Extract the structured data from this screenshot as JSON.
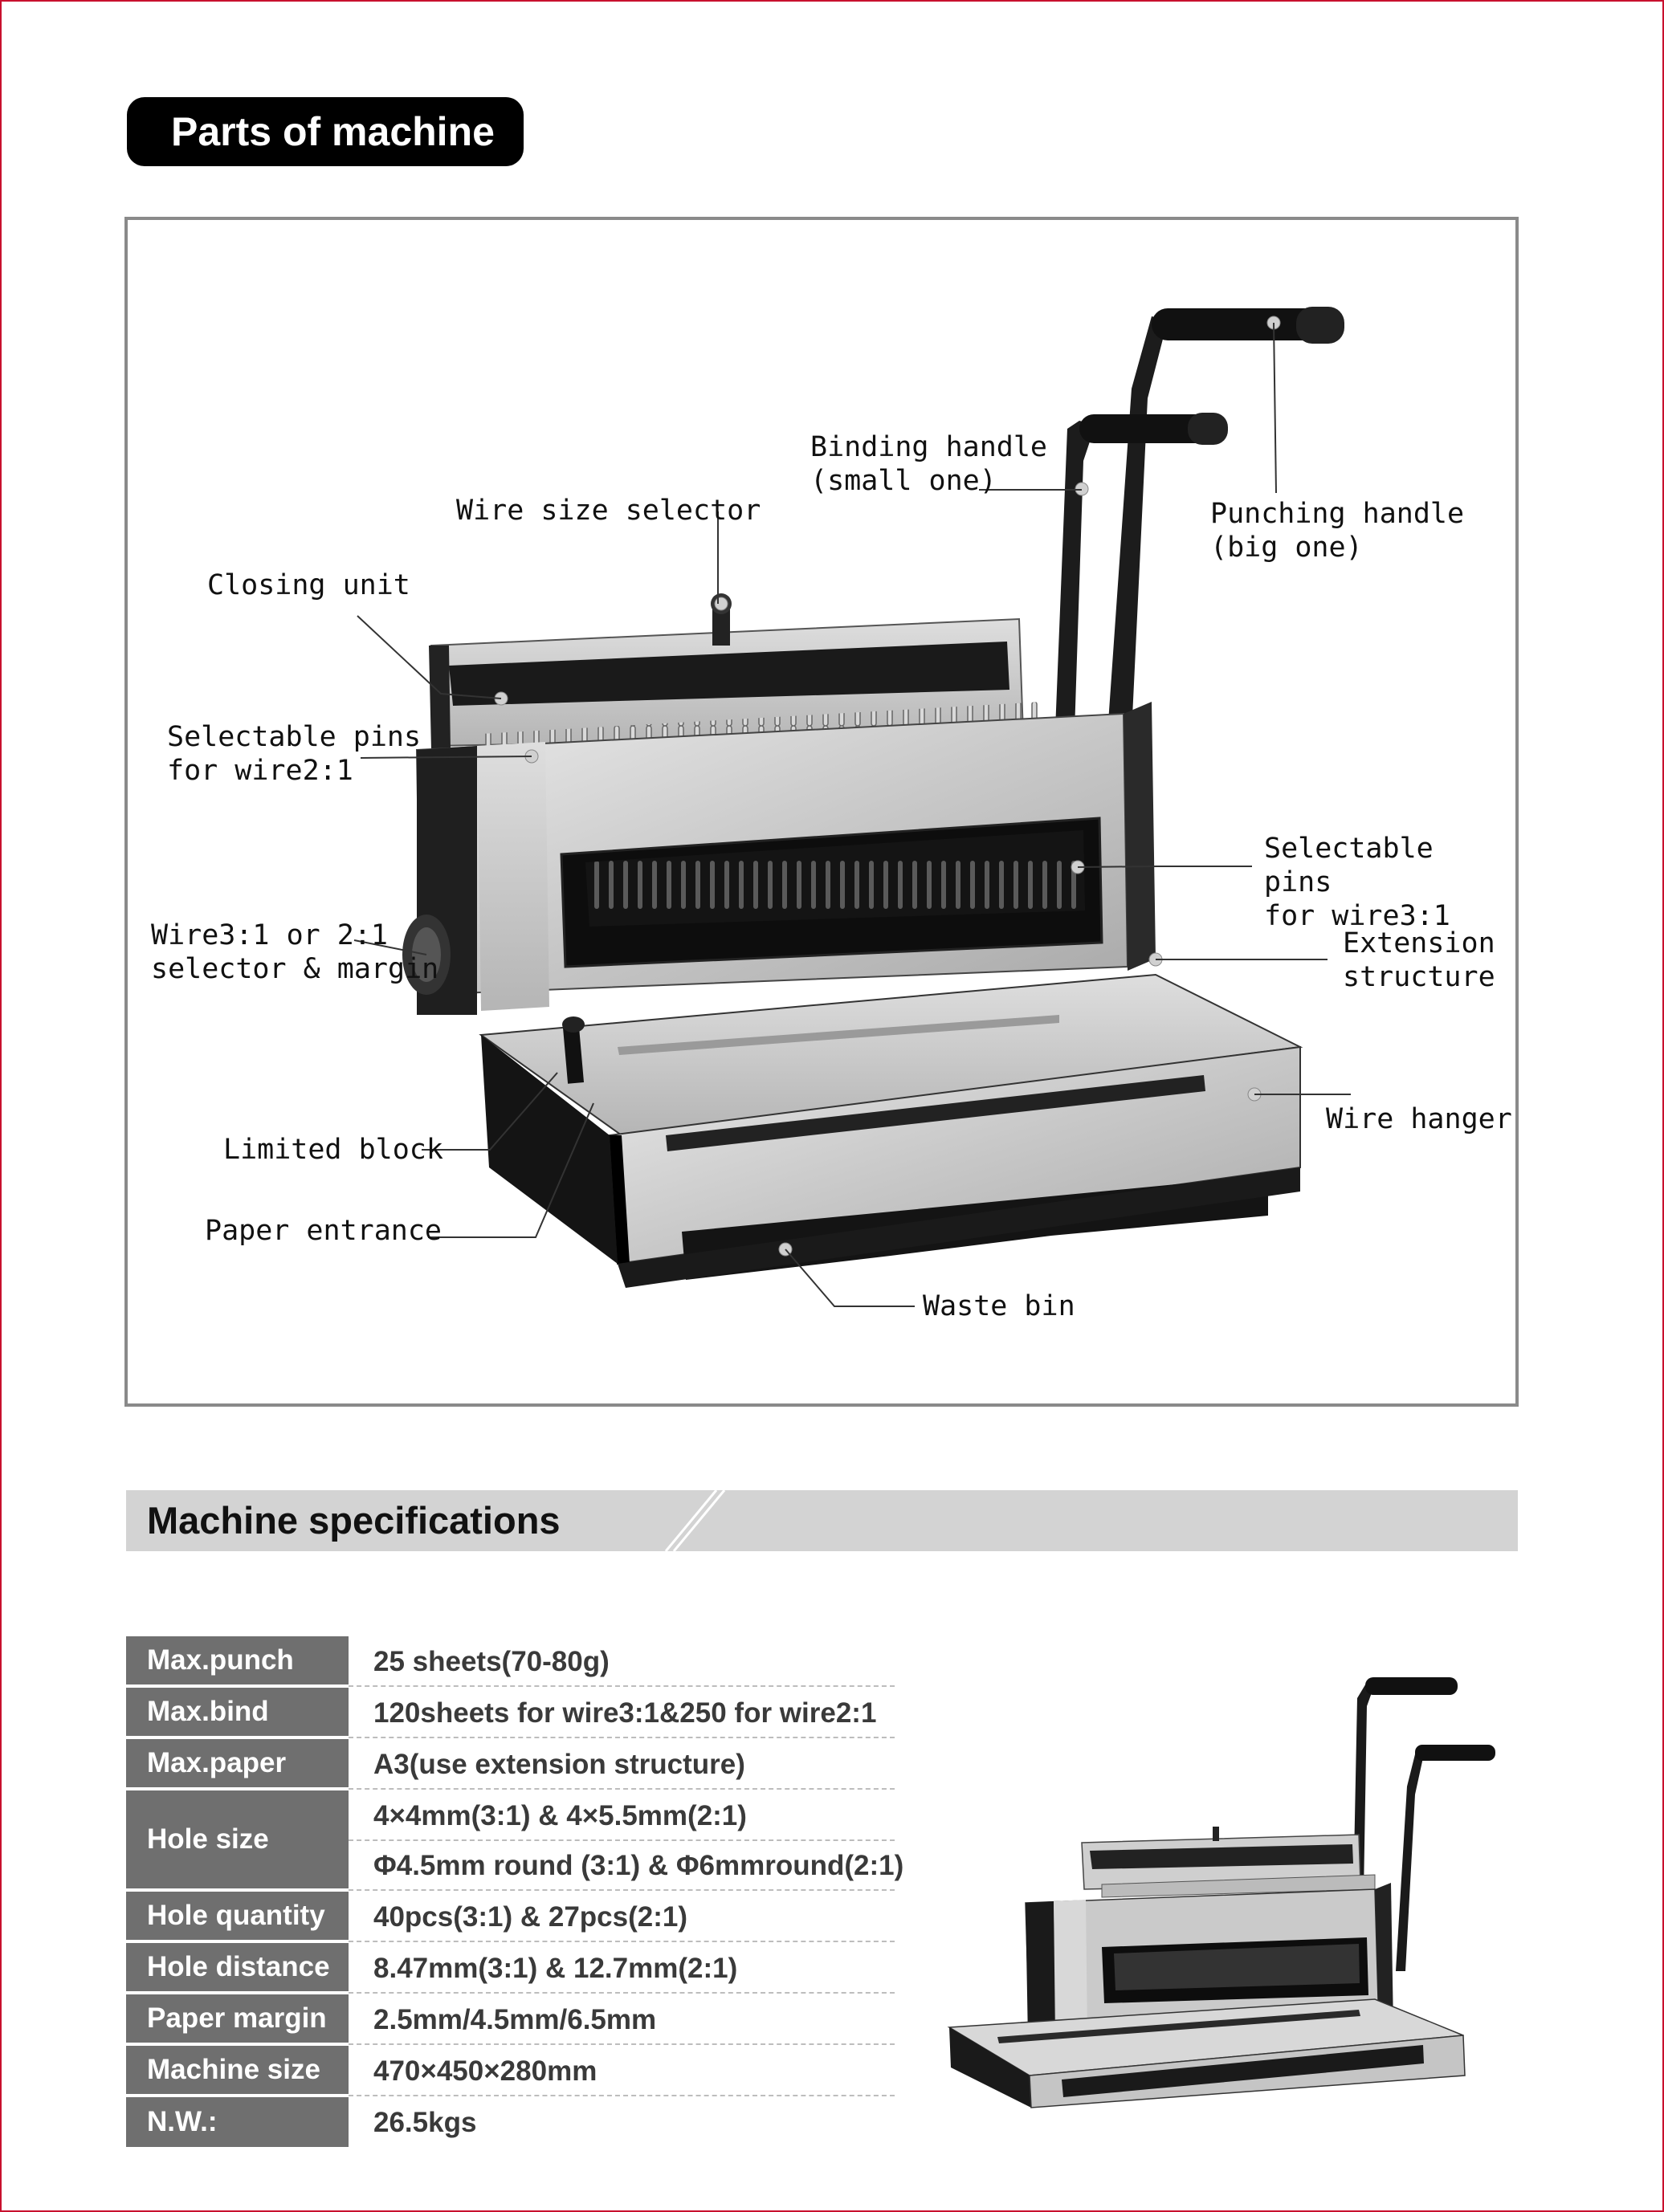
{
  "header": {
    "title": "Parts of machine"
  },
  "diagram": {
    "labels": {
      "binding_handle": "Binding handle\n(small one)",
      "punching_handle": "Punching handle\n(big one)",
      "wire_size_selector": "Wire size selector",
      "closing_unit": "Closing unit",
      "pins_2_1": "Selectable pins\nfor wire2:1",
      "pins_3_1": "Selectable pins\nfor wire3:1",
      "wire_selector": "Wire3:1 or 2:1\nselector & margin",
      "extension": "Extension\nstructure",
      "limited_block": "Limited block",
      "wire_hanger": "Wire hanger",
      "paper_entrance": "Paper entrance",
      "waste_bin": "Waste bin"
    }
  },
  "specs": {
    "title": "Machine specifications",
    "rows": [
      {
        "key": "Max.punch",
        "values": [
          "25 sheets(70-80g)"
        ]
      },
      {
        "key": "Max.bind",
        "values": [
          "120sheets for wire3:1&250 for wire2:1"
        ]
      },
      {
        "key": "Max.paper",
        "values": [
          "A3(use extension structure)"
        ]
      },
      {
        "key": "Hole size",
        "values": [
          "4×4mm(3:1) & 4×5.5mm(2:1)",
          "Φ4.5mm round (3:1) & Φ6mmround(2:1)"
        ]
      },
      {
        "key": "Hole quantity",
        "values": [
          "40pcs(3:1) & 27pcs(2:1)"
        ]
      },
      {
        "key": "Hole distance",
        "values": [
          "8.47mm(3:1) & 12.7mm(2:1)"
        ]
      },
      {
        "key": "Paper margin",
        "values": [
          "2.5mm/4.5mm/6.5mm"
        ]
      },
      {
        "key": "Machine size",
        "values": [
          "470×450×280mm"
        ]
      },
      {
        "key": "N.W.:",
        "values": [
          "26.5kgs"
        ]
      }
    ]
  },
  "colors": {
    "header_bg": "#000000",
    "banner_bg": "#d3d3d3",
    "key_bg": "#6f6f6f",
    "frame": "#8a8a8a"
  }
}
